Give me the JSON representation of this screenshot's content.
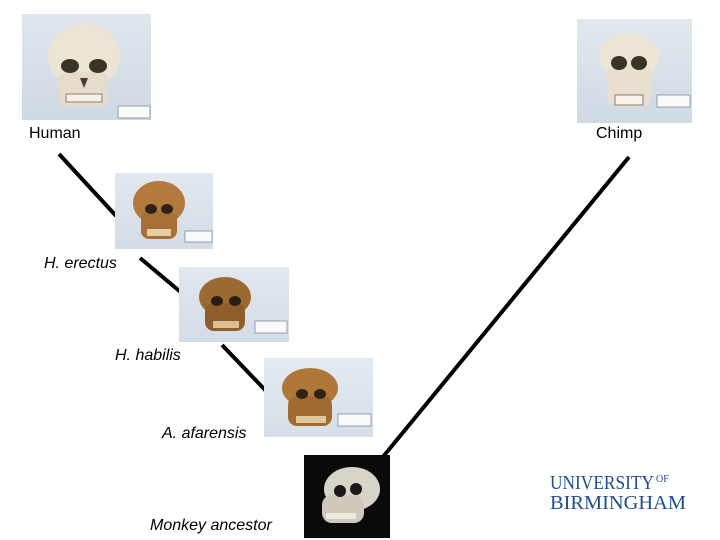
{
  "taxa": {
    "human": {
      "label": "Human",
      "image": "human-skull"
    },
    "chimp": {
      "label": "Chimp",
      "image": "chimp-skull"
    },
    "erectus": {
      "label": "H. erectus",
      "image": "erectus-skull"
    },
    "habilis": {
      "label": "H. habilis",
      "image": "habilis-skull"
    },
    "afarensis": {
      "label": "A. afarensis",
      "image": "afarensis-skull"
    },
    "ancestor": {
      "label": "Monkey ancestor",
      "image": "monkey-skull"
    }
  },
  "logo": {
    "line1": "UNIVERSITY",
    "of": "OF",
    "line2": "BIRMINGHAM",
    "color": "#1f4e8c"
  },
  "colors": {
    "line": "#000000",
    "photo_bg_light": "#dfe6ee",
    "bone_white": "#ece5d6",
    "fossil_brown": "#a86f34"
  }
}
